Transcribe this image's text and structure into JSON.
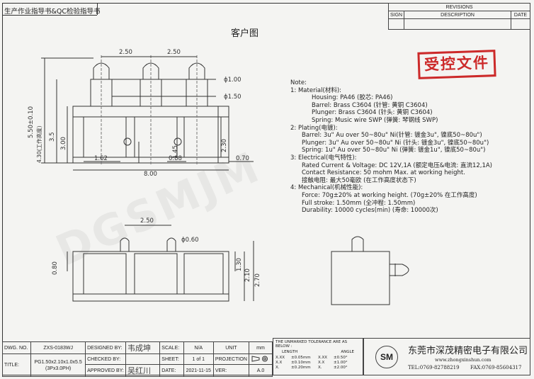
{
  "header": {
    "doc_type": "生产作业指导书&QC检验指导书",
    "drawing_title": "客户图",
    "stamp": "受控文件",
    "watermark": "DGSMJM"
  },
  "revisions": {
    "title": "REVISIONS",
    "col_sign": "SIGN",
    "col_description": "DESCRIPTION",
    "col_date": "DATE"
  },
  "dimensions": {
    "pitch_left": "2.50",
    "pitch_right": "2.50",
    "tip_dia": "ϕ1.00",
    "barrel_dia": "ϕ1.50",
    "total_height": "5.50±0.10",
    "working_height": "4.30(工作高度)",
    "dim_3_5": "3.5",
    "dim_3_00": "3.00",
    "dim_1_45": "1.45",
    "dim_2_30": "2.30",
    "dim_1_62": "1.62",
    "dim_0_88": "0.88",
    "dim_0_70": "0.70",
    "length": "8.00",
    "bottom_pitch": "2.50",
    "pad_dia": "ϕ0.60",
    "dim_0_80": "0.80",
    "dim_1_30": "1.30",
    "dim_2_10": "2.10",
    "dim_2_70": "2.70"
  },
  "notes": [
    "Note:",
    "1: Material(材料):",
    "Housing: PA46 (胶芯: PA46)",
    "Barrel: Brass C3604 (针管: 黄铜 C3604)",
    "Plunger: Brass C3604 (针头: 黄铜 C3604)",
    "Spring: Music wire SWP (弹簧: 琴钢线 SWP)",
    "2: Plating(电镀):",
    "Barrel: 3u\" Au over 50~80u\" Ni(针管: 镀金3u\", 镍底50~80u\")",
    "Plunger: 3u\" Au over 50~80u\" Ni (针头: 镀金3u\", 镍底50~80u\")",
    "Spring: 1u\" Au over 50~80u\" Ni (弹簧: 镀金1u\", 镍底50~80u\")",
    "3: Electrical(电气特性):",
    "Rated Current & Voltage: DC 12V,1A (额定电压&电流: 直流12,1A)",
    "Contact Resistance: 50 mohm Max. at working height.",
    "接触电阻: 最大50毫欧 (在工作高度状态下)",
    "4: Mechanical(机械性能):",
    "Force: 70g±20% at working height. (70g±20% 在工作高度)",
    "Full stroke: 1.50mm (全冲程: 1.50mm)",
    "Durability: 10000 cycles(min) (寿命: 10000次)"
  ],
  "title_block": {
    "dwg_no_label": "DWG. NO.",
    "dwg_no": "ZXS-0183WJ",
    "title_label": "TITLE:",
    "title_line1": "PG1.50x2.10x1.0x5.5",
    "title_line2": "(3Px3.0PH)",
    "designed_label": "DESIGNED BY:",
    "checked_label": "CHECKED BY:",
    "approved_label": "APPROVED BY:",
    "designed_by": "韦成坤",
    "checked_by": "",
    "approved_by": "吴红川",
    "scale_label": "SCALE:",
    "scale": "N/A",
    "unit_label": "UNIT",
    "unit": "mm",
    "sheet_label": "SHEET:",
    "sheet": "1 of 1",
    "projection_label": "PROJECTION",
    "date_label": "DATE:",
    "date": "2021-11-15",
    "ver_label": "VER:",
    "ver": "A.0",
    "tol_title": "THE UNMARKED TOLERANCE ARE AS BELOW :",
    "tol_length": "LENGTH",
    "tol_angle": "ANGLE",
    "tol_rows": [
      [
        "X.XX",
        "±0.05mm",
        "X.XX",
        "±0.50°"
      ],
      [
        "X.X",
        "±0.10mm",
        "X.X",
        "±1.00°"
      ],
      [
        "X.",
        "±0.20mm",
        "X.",
        "±2.00°"
      ]
    ],
    "logo": "SM",
    "company": "东莞市深茂精密电子有限公司",
    "website": "www.zhongxinshun.com",
    "tel": "TEL:0769-82788219",
    "fax": "FAX:0769-85604317"
  }
}
